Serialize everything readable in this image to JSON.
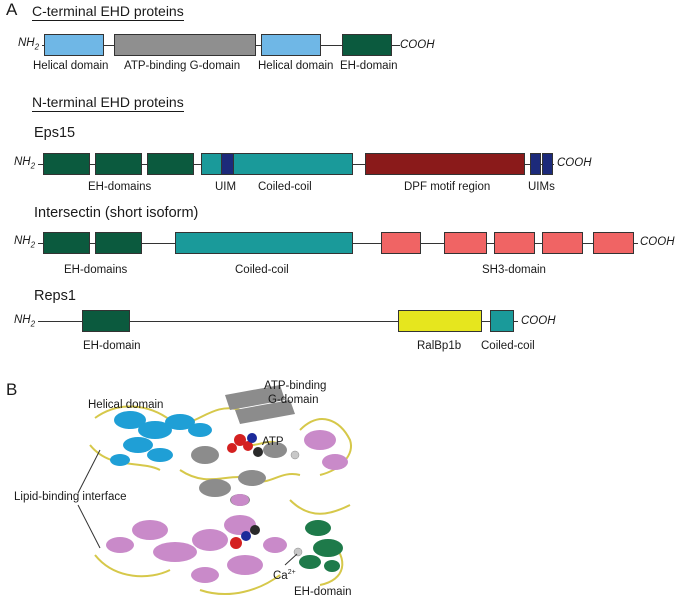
{
  "panel_a_label": "A",
  "panel_b_label": "B",
  "c_terminal": {
    "heading": "C-terminal EHD proteins",
    "nterm": "NH",
    "nterm_sub": "2",
    "cterm": "COOH",
    "labels": [
      "Helical domain",
      "ATP-binding G-domain",
      "Helical domain",
      "EH-domain"
    ]
  },
  "n_terminal_heading": "N-terminal EHD proteins",
  "eps15": {
    "title": "Eps15",
    "nterm": "NH",
    "nterm_sub": "2",
    "cterm": "COOH",
    "labels": [
      "EH-domains",
      "UIM",
      "Coiled-coil",
      "DPF motif region",
      "UIMs"
    ]
  },
  "intersectin": {
    "title": "Intersectin (short isoform)",
    "nterm": "NH",
    "nterm_sub": "2",
    "cterm": "COOH",
    "labels": [
      "EH-domains",
      "Coiled-coil",
      "SH3-domain"
    ]
  },
  "reps1": {
    "title": "Reps1",
    "nterm": "NH",
    "nterm_sub": "2",
    "cterm": "COOH",
    "labels": [
      "EH-domain",
      "RalBp1b",
      "Coiled-coil"
    ]
  },
  "structure": {
    "helical_domain": "Helical domain",
    "atp_binding_1": "ATP-binding",
    "atp_binding_2": "G-domain",
    "atp": "ATP",
    "lipid_interface": "Lipid-binding interface",
    "calcium": "Ca",
    "calcium_sup": "2+",
    "eh_domain": "EH-domain"
  },
  "colors": {
    "helical": "#6fb7e6",
    "g_domain": "#8f8f8f",
    "eh_domain": "#0b5a3e",
    "coiled_coil": "#1a9a9a",
    "uim": "#1c2a7a",
    "dpf": "#8a1a1a",
    "sh3": "#f06464",
    "ralbp1b": "#e6e61e",
    "ribbon_pink": "#c98ac9",
    "ribbon_blue": "#1f9fd6",
    "ribbon_grey": "#8c8c8c",
    "ribbon_green": "#1e7a4a",
    "loop_yellow": "#d6c84a"
  }
}
